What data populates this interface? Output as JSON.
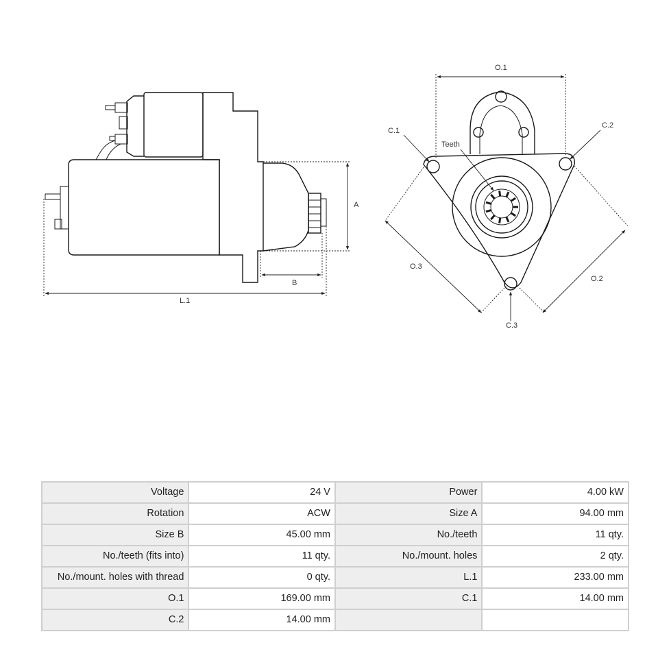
{
  "diagram": {
    "labels": {
      "o1": "O.1",
      "o2": "O.2",
      "o3": "O.3",
      "c1": "C.1",
      "c2": "C.2",
      "c3": "C.3",
      "teeth": "Teeth",
      "a": "A",
      "b": "B",
      "l1": "L.1"
    }
  },
  "specs": {
    "rows": [
      {
        "l1": "Voltage",
        "v1": "24 V",
        "l2": "Power",
        "v2": "4.00 kW"
      },
      {
        "l1": "Rotation",
        "v1": "ACW",
        "l2": "Size A",
        "v2": "94.00 mm"
      },
      {
        "l1": "Size B",
        "v1": "45.00 mm",
        "l2": "No./teeth",
        "v2": "11 qty."
      },
      {
        "l1": "No./teeth (fits into)",
        "v1": "11 qty.",
        "l2": "No./mount. holes",
        "v2": "2 qty."
      },
      {
        "l1": "No./mount. holes with thread",
        "v1": "0 qty.",
        "l2": "L.1",
        "v2": "233.00 mm"
      },
      {
        "l1": "O.1",
        "v1": "169.00 mm",
        "l2": "C.1",
        "v2": "14.00 mm"
      },
      {
        "l1": "C.2",
        "v1": "14.00 mm",
        "l2": "",
        "v2": ""
      }
    ]
  }
}
